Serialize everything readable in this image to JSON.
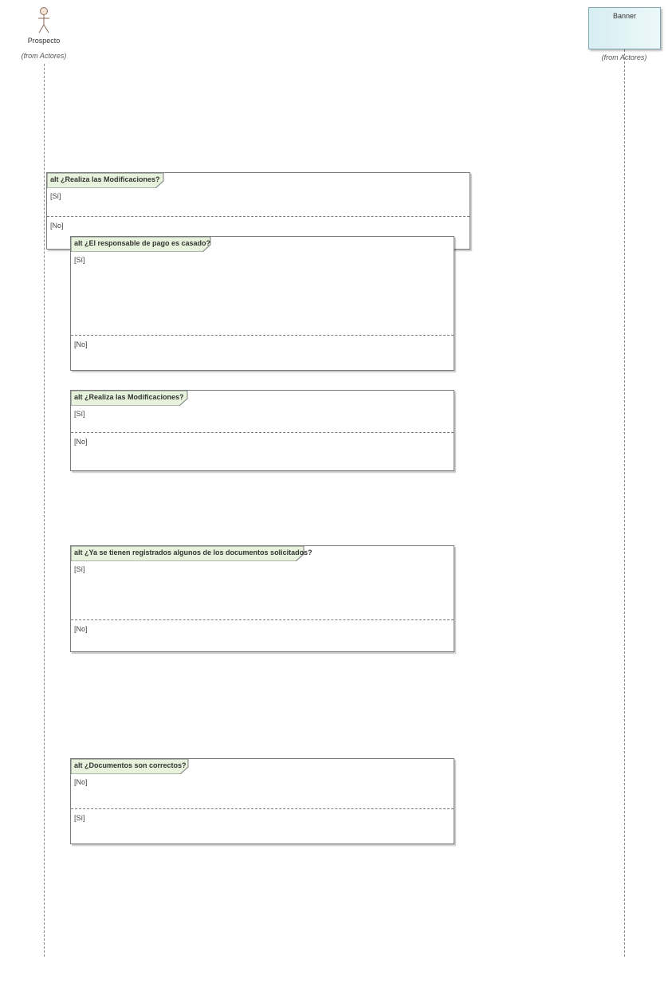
{
  "lifelines": {
    "prospecto": {
      "name": "Prospecto",
      "from": "(from Actores)"
    },
    "banner": {
      "name": "Banner",
      "from": "(from Actores)"
    }
  },
  "fragments": [
    {
      "title": "alt ¿Realiza las Modificaciones?",
      "guards": [
        "[Sí]",
        "[No]"
      ]
    },
    {
      "title": "alt ¿El responsable de pago es casado?",
      "guards": [
        "[Sí]",
        "[No]"
      ]
    },
    {
      "title": "alt ¿Realiza las Modificaciones?",
      "guards": [
        "[Sí]",
        "[No]"
      ]
    },
    {
      "title": "alt ¿Ya se tienen registrados algunos de los documentos solicitados?",
      "guards": [
        "[Sí]",
        "[No]"
      ]
    },
    {
      "title": "alt ¿Documentos son correctos?",
      "guards": [
        "[No]",
        "[Sí]"
      ]
    }
  ],
  "colors": {
    "tab_fill": "#e6f2dc",
    "classifier_fill": "#d7eef2",
    "border": "#7a7a7a"
  },
  "icons": {
    "actor": "stick-figure-icon"
  }
}
